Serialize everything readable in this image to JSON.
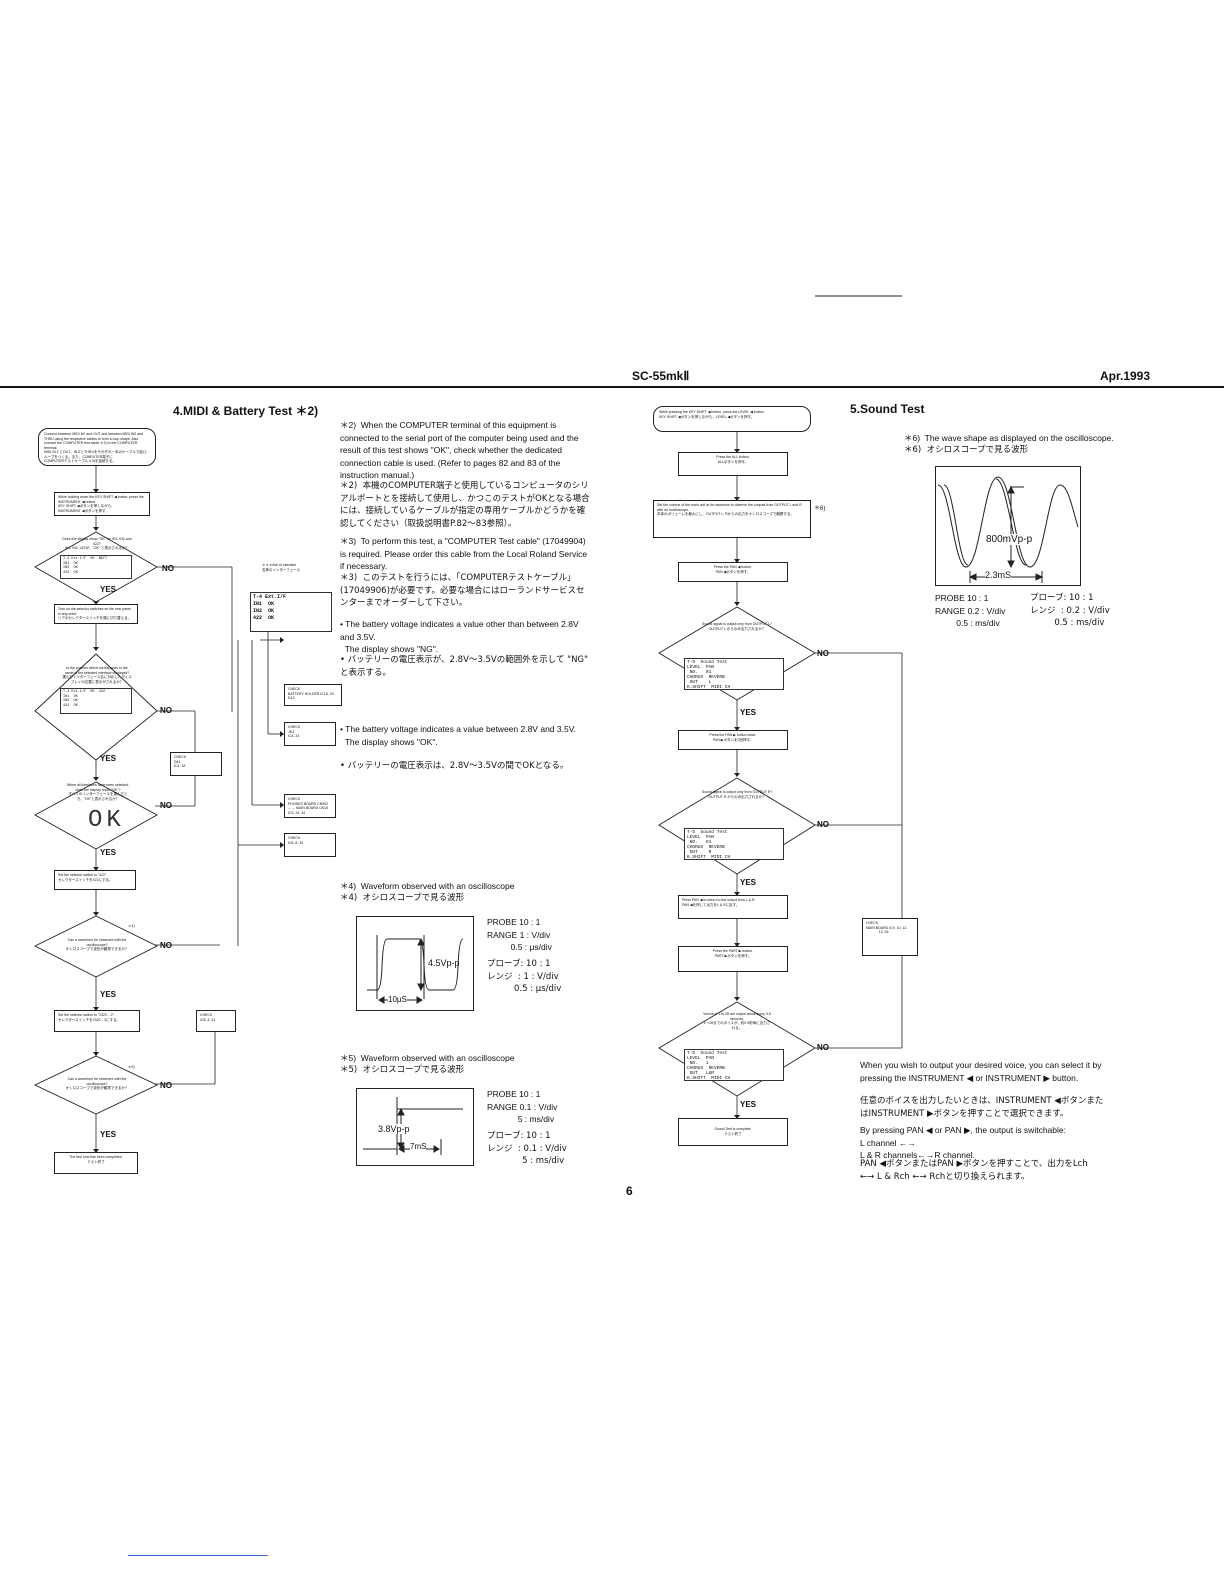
{
  "header": {
    "model": "SC-55mkⅡ",
    "date": "Apr.1993"
  },
  "page_number": "6",
  "left": {
    "title": "4.MIDI & Battery Test ＊2)",
    "fc": {
      "b1": "Connect between MIDI IN* and OUT and between MIDI IN2 and THRU using the respective cables to form a loop shape. Also connect the COMPUTER test cable ＊3) to the COMPUTER terminal.\nMIDI IN１とOUT、IN２とTHRUをそれぞれ一本のケーブルで結び、ループをつくる。また、COMPUTER端子に\nCOMPUTERテストケーブル＊3)を接続する。",
      "b2": "While holding down the KEY SHIFT ◀ button, press the INSTRUMENT ◀ button.\nKEY SHIFT ◀ボタンを押しながら、\nINSTRUMENT ◀ボタンを押す。",
      "d1": "Does the display show \"OK\" for IN1, IN2 and 422?\nIN1, IN2, 422が、\"OK\" と表示されるか？",
      "d1_lcd": "T-4 Ext.I/F  OK  BATT\nIN1  OK\nIN2  OK\n422  OK",
      "b3": "Turn on the selector switches on the rear panel in any order.\nリアのセレクタースイッチを順に切り替える。",
      "d2": "Is the position which corresponds to the name of the selected interface displayed?\n選んだインターフェース名に対応したディスプレイの位置に表示がされるか？",
      "d2_lcd": "T-4 Ext.I/F  OK  422\nIN1  OK\nIN2  OK\n422  OK",
      "d3": "When all interfaces have been selected, does the display show \"OK\"?\nすべてのインターフェースを選んだとき、\"OK\"と表示されるか？",
      "d3_ok": "OK",
      "b4": "Set the selector switch to \"422\".\nセレクタースイッチを422にする。",
      "d4": "Can a waveform be observed with the oscilloscope?\nオシロスコープで波形が観測できるか？",
      "b5": "Set the selector switch to \"232C - 2\".\nセレクタースイッチを232C - 2にする。",
      "d5": "Can a waveform be observed with the oscilloscope?\nオシロスコープで波形が観測できるか？",
      "b6": "The test now has been completed.\nテスト終了",
      "ref4": "＊4)",
      "ref5": "＊5)",
      "yes": "YES",
      "no": "NO",
      "note_big": "＊＊＊line of interface\n名称のインターフェース",
      "big_lcd": "T-4 Ext.I/F  \nIN1  OK\nIN2  OK\n422  OK",
      "chk1": "CHECK\nBATTERY HOLDER IC18, 33\nD13",
      "chk2": "CHECK\nJK3\nIC4, 24",
      "chk3": "CHECK\nD41\nIC4, 18",
      "chk4": "CHECK\nPHONES BOARD CN902\n←→ MAIN BOARD CN10\nIC3, 24, 34",
      "chk5": "CHECK\nIC8, 8, 34",
      "chk6": "CHECK\nIC8, 4, 31"
    },
    "notes": {
      "n2_en": "＊2)  When the COMPUTER terminal of this equipment is connected to the serial port of the computer being used and the result of this test shows \"OK\", check whether the dedicated connection cable is used. (Refer to pages 82 and 83 of the instruction manual.)",
      "n2_jp": "＊2)  本機のCOMPUTER端子と使用しているコンピュータのシリアルポートとを接続して使用し、かつこのテストがOKとなる場合には、接続しているケーブルが指定の専用ケーブルかどうかを確認してください（取扱説明書P.82～83参照）。",
      "n3_en": "＊3)  To perform this test, a \"COMPUTER Test cable\" (17049904) is required. Please order this cable from the Local Roland Service if necessary.",
      "n3_jp": "＊3)  このテストを行うには、「COMPUTERテストケーブル」(17049906)が必要です。必要な場合にはローランドサービスセンターまでオーダーして下さい。",
      "ng_en": "• The battery voltage indicates a value other than between 2.8V and 3.5V.\n  The display shows \"NG\".",
      "ng_jp": "• バッテリーの電圧表示が、2.8V～3.5Vの範囲外を示して \"NG\" と表示する。",
      "ok_en": "• The battery voltage indicates a value between 2.8V and 3.5V.\n  The display shows \"OK\".",
      "ok_jp": "• バッテリーの電圧表示は、2.8V～3.5Vの間でOKとなる。",
      "n4_en": "＊4)  Waveform observed with an oscilloscope",
      "n4_jp": "＊4)  オシロスコープで見る波形",
      "n5_en": "＊5)  Waveform observed with an oscilloscope",
      "n5_jp": "＊5)  オシロスコープで見る波形"
    },
    "osc4": {
      "label_v": "4.5Vp-p",
      "label_t": "10μS",
      "spec_en": "PROBE 10 : 1\nRANGE 1 : V/div\n          0.5 : μs/div",
      "spec_jp": "プローブ: 10 : 1\nレンジ  : 1 : V/div\n          0.5 : μs/div"
    },
    "osc5": {
      "label_v": "3.8Vp-p",
      "label_t": "7mS",
      "spec_en": "PROBE 10 : 1\nRANGE 0.1 : V/div\n             5 : ms/div",
      "spec_jp": "プローブ: 10 : 1\nレンジ  : 0.1 : V/div\n             5 : ms/div"
    }
  },
  "right": {
    "title": "5.Sound Test",
    "fc": {
      "b1": "While pressing the KEY SHIFT ◀ button, press the LEVEL ◀ button.\nKEY SHIFT ◀ボタンを押しながら、LEVEL ◀ボタンを押す。",
      "b2": "Press the ALL button.\nALLボタンを押す。",
      "b3": "Set the volume of the main unit at its maximum to observe the outputs from OUTPUT L and R with an oscilloscope.\n本体のボリュームを最大にし、OUTPUT L, Rからの出力をオシロスコープで観察する。",
      "ref6": "＊6)",
      "b4": "Press the PAN ◀ button.\nPAN ◀ボタンを押す。",
      "d1": "Sound signal is output only from OUTPUT L?\nOUTPUT L からのみ出力されるか？",
      "d1_lcd": "T-5  Sound Test\nLEVEL  PAN\n NO.   01\nCHORUS  REVERB\n OUT    L\nK.SHIFT  MIDI CH",
      "b5": "Press the PAN ▶ button twice.\nPAN ▶ボタンを2回押す。",
      "d2": "Sound signal is output only from OUTPUT R?\nOUTPUT R からのみ出力されるか？",
      "d2_lcd": "T-5  Sound Test\nLEVEL  PAN\n NO.   01\nCHORUS  REVERB\n OUT    R\nK.SHIFT  MIDI CH",
      "b6": "Press PAN ◀ to return to the output from L & R.\nPAN ◀を押して出力をL & Rに戻す。",
      "b7": "Press the PART ▶ button.\nPART ▶ボタンを押す。",
      "d3": "Voices of 1 to 28 are output about every 0.5 seconds.\n1～28までのボイスが、約0.5秒毎に出力される。",
      "d3_lcd": "T-5  Sound Test\nLEVEL  PAN\n NO.   1\nCHORUS  REVERB\n OUT   L&R\nK.SHIFT  MIDI CH",
      "b8": "Sound Test is complete.\nテスト終了",
      "chk": "CHECK\nMAIN BOARD IC9, 10, 12,\n             13, 26",
      "yes": "YES",
      "no": "NO"
    },
    "n6_en": "＊6)  The wave shape as displayed on the oscilloscope.",
    "n6_jp": "＊6)  オシロスコープで見る波形",
    "osc6": {
      "label_v": "800mVp-p",
      "label_t": "2.3mS",
      "spec_en": "PROBE 10 : 1\nRANGE 0.2 : V/div\n         0.5 : ms/div",
      "spec_jp": "プローブ: 10 : 1\nレンジ  : 0.2 : V/div\n         0.5 : ms/div"
    },
    "voice_en": "When you wish to output your desired voice, you can select it by pressing the INSTRUMENT ◀ or INSTRUMENT ▶ button.",
    "voice_jp": "任意のボイスを出力したいときは、INSTRUMENT ◀ボタンまたはINSTRUMENT ▶ボタンを押すことで選択できます。",
    "pan_en": "By pressing PAN ◀ or PAN ▶, the output is switchable:\nL channel ←→\nL & R channels←→R channel.",
    "pan_jp": "PAN ◀ボタンまたはPAN ▶ボタンを押すことで、出力をLch\n←→ L & Rch ←→ Rchと切り換えられます。"
  }
}
